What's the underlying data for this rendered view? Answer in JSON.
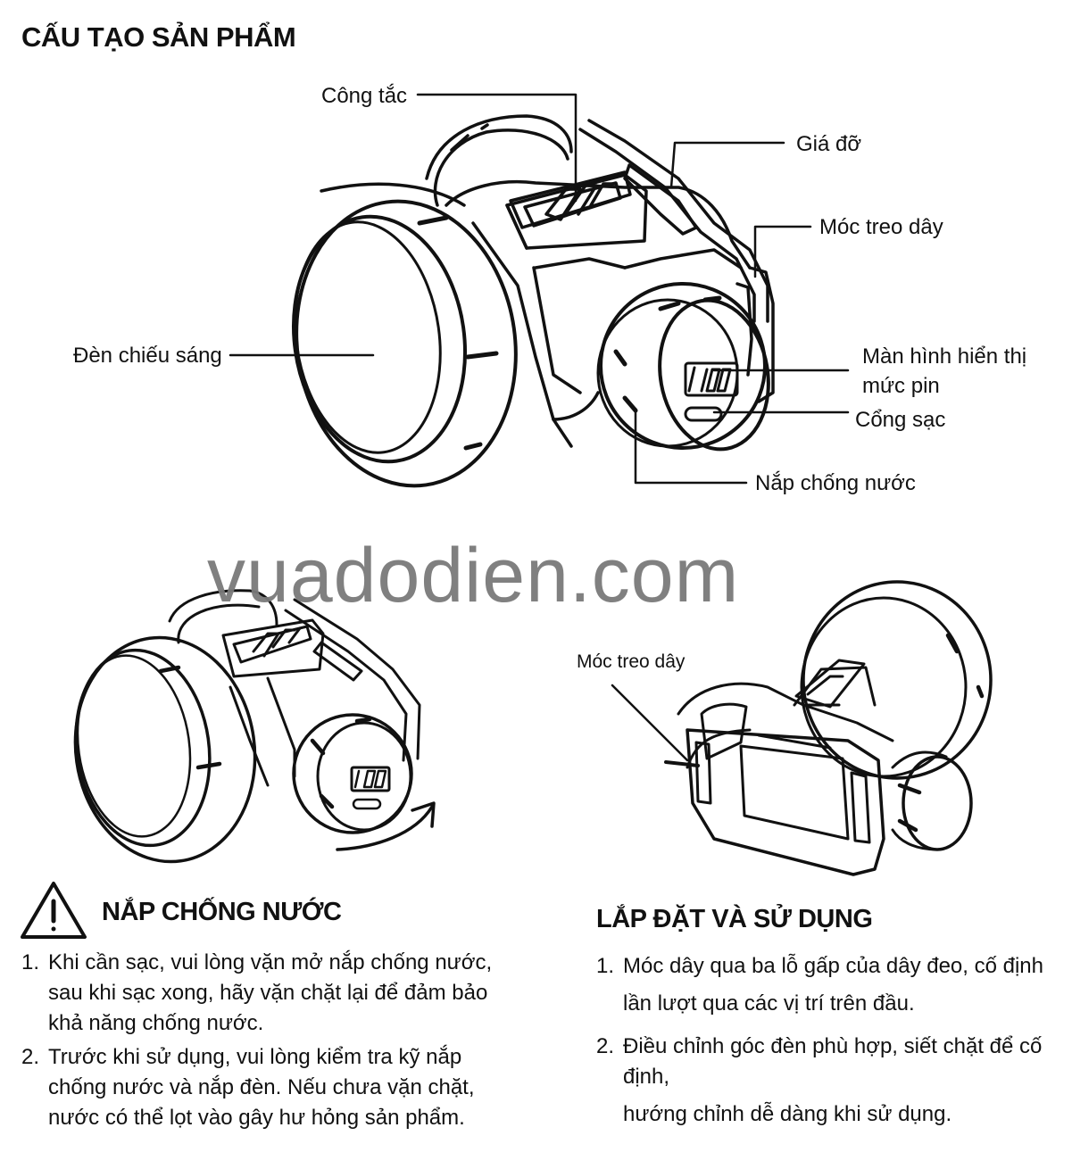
{
  "header": {
    "title": "CẤU TẠO SẢN PHẨM"
  },
  "callouts": {
    "switch": "Công tắc",
    "bracket": "Giá đỡ",
    "strap_hook": "Móc treo dây",
    "lamp": "Đèn chiếu sáng",
    "battery_display": [
      "Màn hình hiển thị",
      "mức pin"
    ],
    "charge_port": "Cổng sạc",
    "waterproof_cap": "Nắp chống nước",
    "strap_hook_rear": "Móc treo dây"
  },
  "display_readout": "100",
  "watermark": "vuadodien.com",
  "waterproof_section": {
    "title": "NẮP CHỐNG NƯỚC",
    "items": [
      {
        "num": "1.",
        "lines": [
          "Khi cần sạc, vui lòng vặn mở nắp chống nước,",
          "sau khi sạc xong, hãy vặn chặt lại để đảm bảo",
          "khả năng chống nước."
        ]
      },
      {
        "num": "2.",
        "lines": [
          "Trước khi sử dụng, vui lòng kiểm tra kỹ nắp",
          "chống nước và nắp đèn. Nếu chưa vặn chặt,",
          "nước có thể lọt vào gây hư hỏng sản phẩm."
        ]
      }
    ]
  },
  "install_section": {
    "title": "LẮP ĐẶT VÀ SỬ DỤNG",
    "items": [
      {
        "num": "1.",
        "lines": [
          "Móc dây qua ba lỗ gấp của dây đeo, cố định",
          "lần lượt qua các vị trí trên đầu."
        ]
      },
      {
        "num": "2.",
        "lines": [
          "Điều chỉnh góc đèn phù hợp, siết chặt để cố định,",
          "hướng chỉnh dễ dàng khi sử dụng."
        ]
      }
    ]
  },
  "icons": [
    "warning-triangle-icon",
    "rotate-arrow-icon"
  ]
}
